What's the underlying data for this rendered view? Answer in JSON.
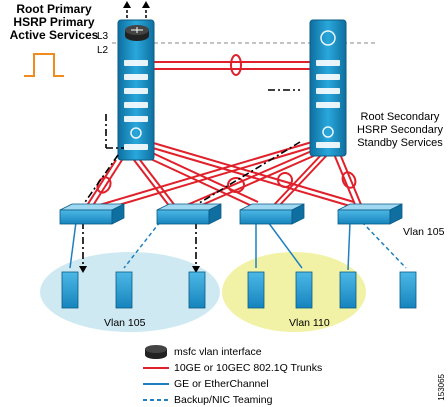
{
  "labels": {
    "primary_line1": "Root Primary",
    "primary_line2": "HSRP Primary",
    "primary_line3": "Active Services",
    "secondary_line1": "Root Secondary",
    "secondary_line2": "HSRP Secondary",
    "secondary_line3": "Standby Services",
    "layer3": "L3",
    "layer2": "L2",
    "vlan_left": "Vlan 105",
    "vlan_center": "Vlan 110",
    "vlan_right": "Vlan 105"
  },
  "legend": {
    "msfc": "msfc vlan interface",
    "trunk": "10GE or 10GEC 802.1Q Trunks",
    "ge": "GE or EtherChannel",
    "backup": "Backup/NIC Teaming"
  },
  "figure_id": "153065",
  "colors": {
    "device_blue": "#1a94c8",
    "trunk_red": "#e0202a",
    "link_blue": "#1f7fc0",
    "vlan_105_fill": "#cfe9f2",
    "vlan_110_fill": "#f2f2a6"
  }
}
